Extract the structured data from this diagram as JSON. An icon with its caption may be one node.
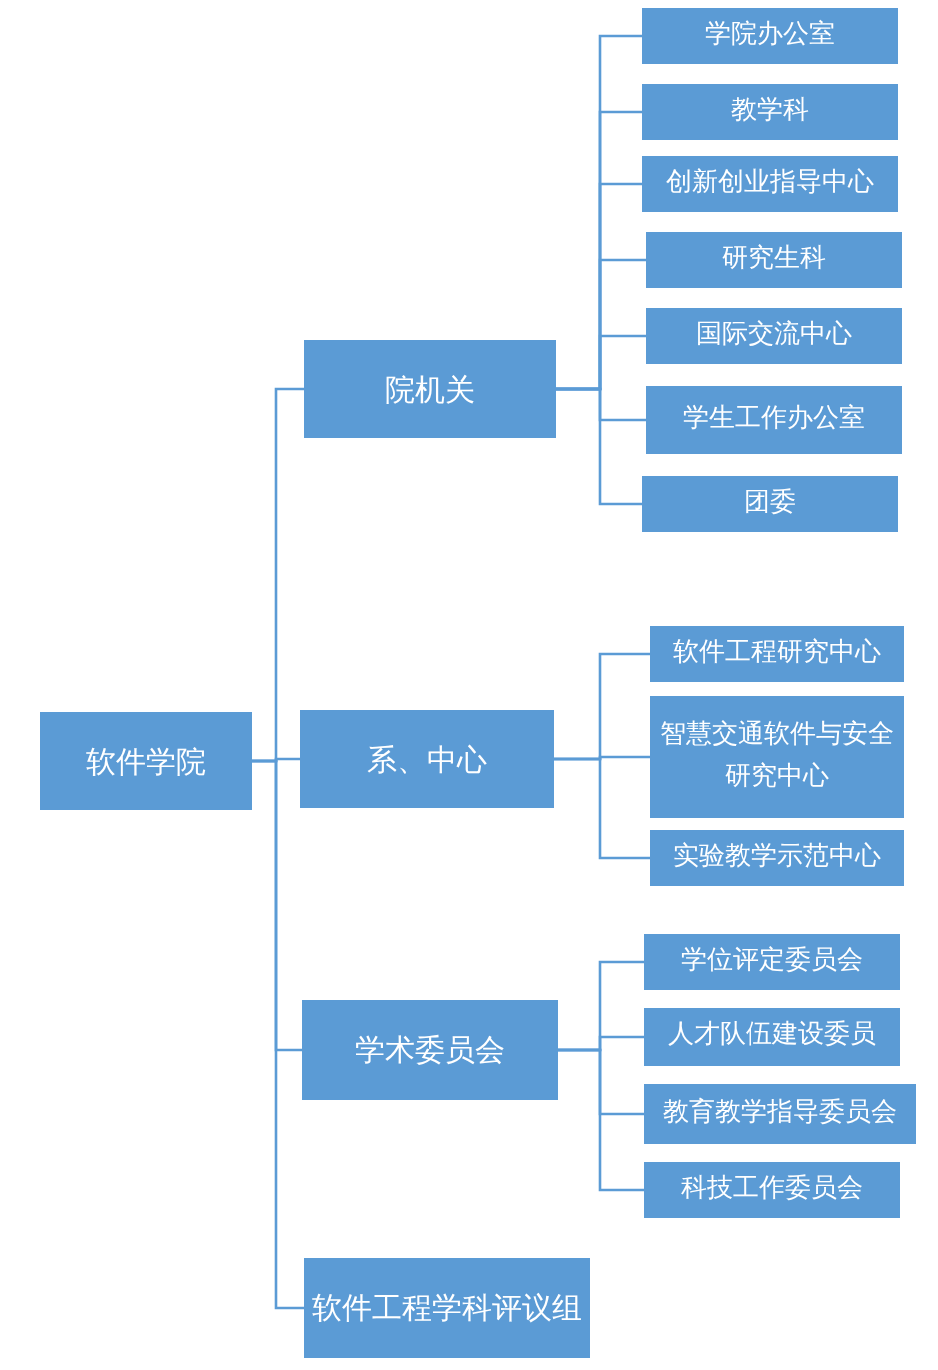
{
  "diagram": {
    "nodes": [
      {
        "text": [
          "软件学院"
        ]
      },
      {
        "text": [
          "院机关"
        ]
      },
      {
        "text": [
          "学院办公室"
        ]
      },
      {
        "text": [
          "教学科"
        ]
      },
      {
        "text": [
          "创新创业指导中心"
        ]
      },
      {
        "text": [
          "研究生科"
        ]
      },
      {
        "text": [
          "国际交流中心"
        ]
      },
      {
        "text": [
          "学生工作办公室"
        ]
      },
      {
        "text": [
          "团委"
        ]
      },
      {
        "text": [
          "系、中心"
        ]
      },
      {
        "text": [
          "软件工程研究中心"
        ]
      },
      {
        "text": [
          "智慧交通软件与安全研究中心"
        ]
      },
      {
        "text": [
          "实验教学示范中心"
        ]
      },
      {
        "text": [
          "学术委员会"
        ]
      },
      {
        "text": [
          "学位评定委员会"
        ]
      },
      {
        "text": [
          "人才队伍建设委员"
        ]
      },
      {
        "text": [
          "教育教学指导委员会"
        ]
      },
      {
        "text": [
          "科技工作委员会"
        ]
      },
      {
        "text": [
          "软件工程学科评议组"
        ]
      }
    ],
    "edges": [
      {
        "from": 0,
        "to": 1,
        "arrow": "none"
      },
      {
        "from": 0,
        "to": 9,
        "arrow": "none"
      },
      {
        "from": 0,
        "to": 13,
        "arrow": "none"
      },
      {
        "from": 0,
        "to": 18,
        "arrow": "none"
      },
      {
        "from": 1,
        "to": 2,
        "arrow": "none"
      },
      {
        "from": 1,
        "to": 3,
        "arrow": "none"
      },
      {
        "from": 1,
        "to": 4,
        "arrow": "none"
      },
      {
        "from": 1,
        "to": 5,
        "arrow": "none"
      },
      {
        "from": 1,
        "to": 6,
        "arrow": "none"
      },
      {
        "from": 1,
        "to": 7,
        "arrow": "none"
      },
      {
        "from": 1,
        "to": 8,
        "arrow": "none"
      },
      {
        "from": 9,
        "to": 10,
        "arrow": "none"
      },
      {
        "from": 9,
        "to": 11,
        "arrow": "none"
      },
      {
        "from": 9,
        "to": 12,
        "arrow": "none"
      },
      {
        "from": 13,
        "to": 14,
        "arrow": "none"
      },
      {
        "from": 13,
        "to": 15,
        "arrow": "none"
      },
      {
        "from": 13,
        "to": 16,
        "arrow": "none"
      },
      {
        "from": 13,
        "to": 17,
        "arrow": "none"
      }
    ]
  }
}
